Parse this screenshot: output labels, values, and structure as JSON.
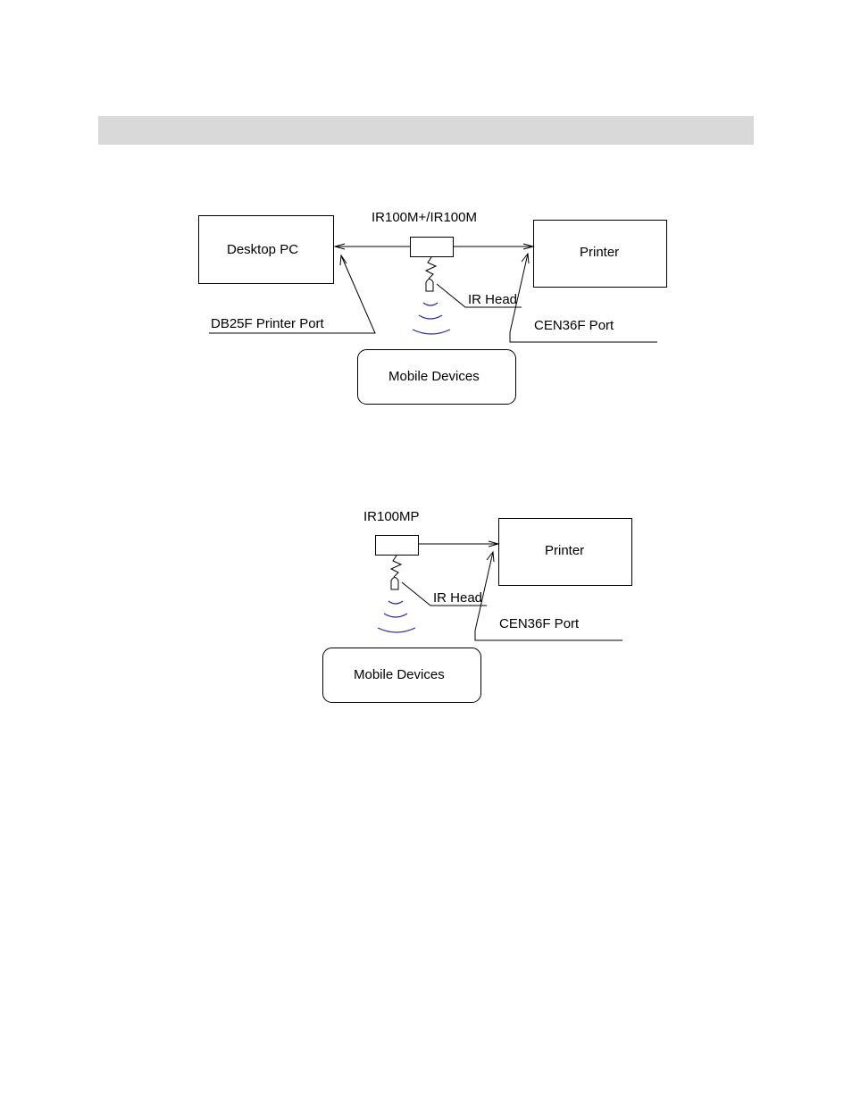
{
  "diagram1": {
    "device_label": "IR100M+/IR100M",
    "pc_label": "Desktop PC",
    "printer_label": "Printer",
    "ir_head_label": "IR Head",
    "pc_port_label": "DB25F Printer Port",
    "printer_port_label": "CEN36F Port",
    "mobile_label": "Mobile Devices"
  },
  "diagram2": {
    "device_label": "IR100MP",
    "printer_label": "Printer",
    "ir_head_label": "IR Head",
    "printer_port_label": "CEN36F Port",
    "mobile_label": "Mobile Devices"
  },
  "colors": {
    "header_bar": "#d9d9d9",
    "waves": "#2a2aa0"
  }
}
